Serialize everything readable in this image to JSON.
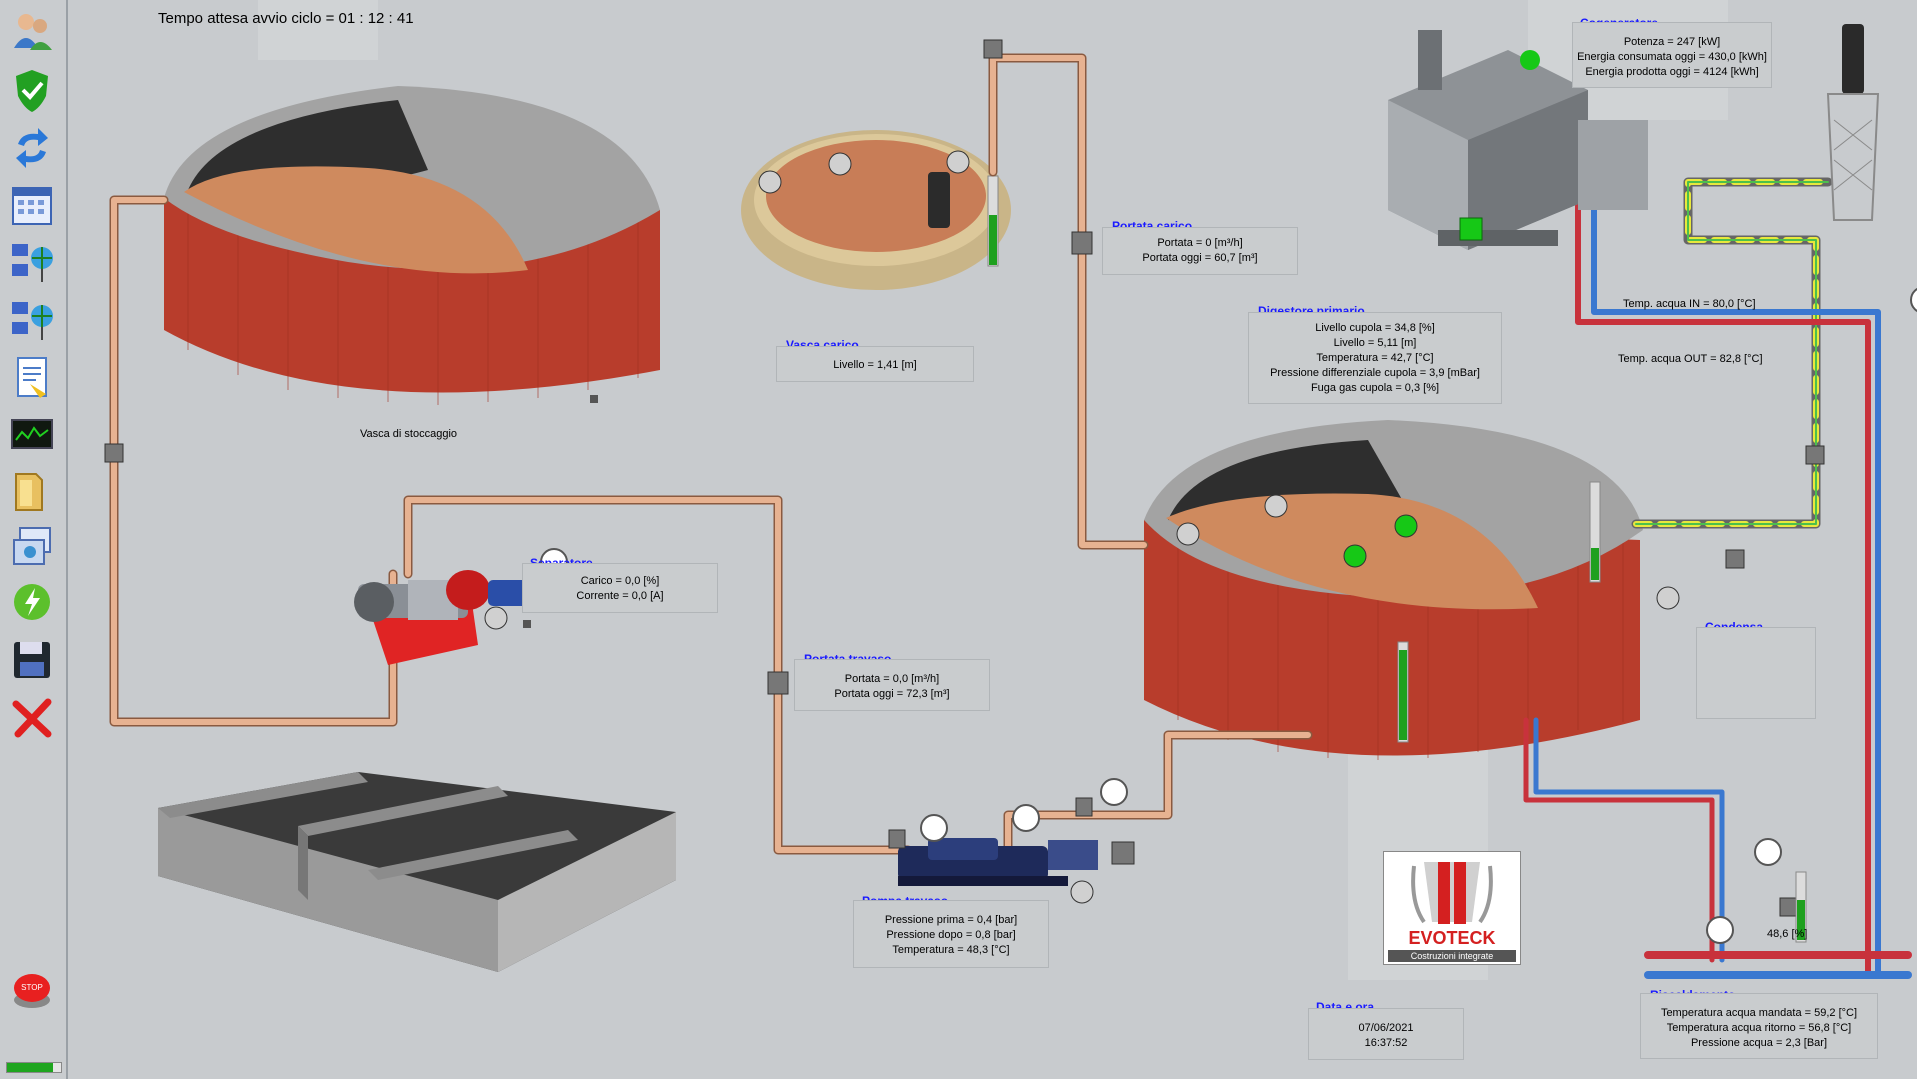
{
  "header": {
    "timer_label": "Tempo attesa avvio ciclo = 01 : 12 : 41"
  },
  "sidebar": {
    "items": [
      {
        "name": "users-icon"
      },
      {
        "name": "shield-check-icon"
      },
      {
        "name": "refresh-icon"
      },
      {
        "name": "calendar-icon"
      },
      {
        "name": "network-icon"
      },
      {
        "name": "network-settings-icon"
      },
      {
        "name": "report-icon"
      },
      {
        "name": "trend-icon"
      },
      {
        "name": "folder-icon"
      },
      {
        "name": "windows-icon"
      },
      {
        "name": "lightning-icon"
      },
      {
        "name": "save-icon"
      },
      {
        "name": "close-icon"
      },
      {
        "name": "stop-icon",
        "label": "STOP"
      }
    ],
    "progress": 0.85
  },
  "vasca_stoccaggio": {
    "caption": "Vasca di stoccaggio"
  },
  "vasca_carico": {
    "title": "Vasca carico",
    "livello": "Livello = 1,41 [m]"
  },
  "portata_carico": {
    "title": "Portata carico",
    "portata": "Portata = 0 [m³/h]",
    "portata_oggi": "Portata oggi = 60,7 [m³]"
  },
  "digestore": {
    "title": "Digestore primario",
    "lines": [
      "Livello cupola = 34,8 [%]",
      "Livello = 5,11 [m]",
      "Temperatura = 42,7 [°C]",
      "Pressione differenziale cupola = 3,9 [mBar]",
      "Fuga gas cupola = 0,3 [%]"
    ]
  },
  "cogeneratore": {
    "title": "Cogeneratore",
    "lines": [
      "Potenza = 247 [kW]",
      "Energia consumata oggi = 430,0 [kWh]",
      "Energia prodotta oggi = 4124 [kWh]"
    ]
  },
  "temp_acqua": {
    "in": "Temp. acqua IN = 80,0 [°C]",
    "out": "Temp. acqua OUT = 82,8 [°C]"
  },
  "separatore": {
    "title": "Separatore",
    "carico": "Carico = 0,0 [%]",
    "corrente": "Corrente = 0,0 [A]"
  },
  "portata_travaso": {
    "title": "Portata travaso",
    "portata": "Portata = 0,0 [m³/h]",
    "portata_oggi": "Portata oggi = 72,3 [m³]"
  },
  "pompa_travaso": {
    "title": "Pompa travaso",
    "lines": [
      "Pressione prima = 0,4 [bar]",
      "Pressione dopo = 0,8 [bar]",
      "Temperatura = 48,3 [°C]"
    ]
  },
  "condensa": {
    "title": "Condensa"
  },
  "valvola": {
    "value": "48,6 [%]"
  },
  "riscaldamento": {
    "title": "Riscaldamento",
    "lines": [
      "Temperatura acqua mandata = 59,2 [°C]",
      "Temperatura acqua ritorno = 56,8 [°C]",
      "Pressione acqua = 2,3 [Bar]"
    ]
  },
  "data_ora": {
    "title": "Data e ora",
    "date": "07/06/2021",
    "time": "16:37:52"
  },
  "logo": {
    "brand": "EVOTECK",
    "tagline": "Costruzioni integrate"
  },
  "colors": {
    "pipe": "#e7b291",
    "tank_red": "#b83d2c",
    "dome": "#a8a8a8",
    "sludge": "#cf8a5e",
    "status_green": "#16c816",
    "title_blue": "#1a1aff",
    "hot_pipe": "#c8323c",
    "cold_pipe": "#3a78d0",
    "gas_pipe": "#e8e83c"
  }
}
